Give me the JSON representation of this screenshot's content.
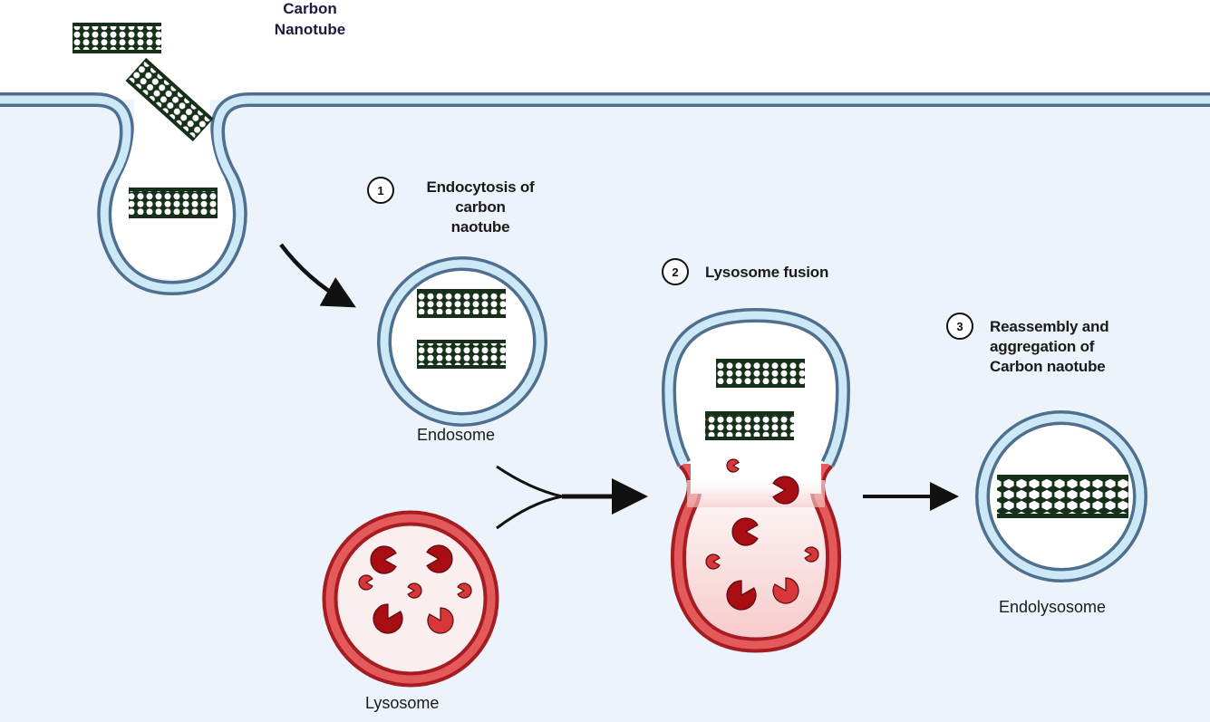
{
  "figure": {
    "nanotube_label": [
      "Carbon",
      "Nanotube"
    ],
    "steps": [
      {
        "number": "1",
        "title_lines": [
          "Endocytosis of",
          "carbon",
          "naotube"
        ]
      },
      {
        "number": "2",
        "title_lines": [
          "Lysosome fusion"
        ]
      },
      {
        "number": "3",
        "title_lines": [
          "Reassembly and",
          "aggregation of",
          "Carbon naotube"
        ]
      }
    ],
    "organelles": {
      "endosome": "Endosome",
      "lysosome": "Lysosome",
      "endolysosome": "Endolysosome"
    },
    "colors": {
      "background_outside": "#ffffff",
      "cytoplasm": "#edf3fb",
      "membrane_fill": "#cde8f7",
      "membrane_edge": "#4f6f8f",
      "lysosome_edge": "#a51d22",
      "lysosome_fill": "#e45a5a",
      "enzyme_dark": "#a80d14",
      "enzyme_light": "#d8373a",
      "nanotube": "#17301a",
      "arrow": "#111111",
      "label_dark_blue": "#1d1a3e"
    }
  }
}
